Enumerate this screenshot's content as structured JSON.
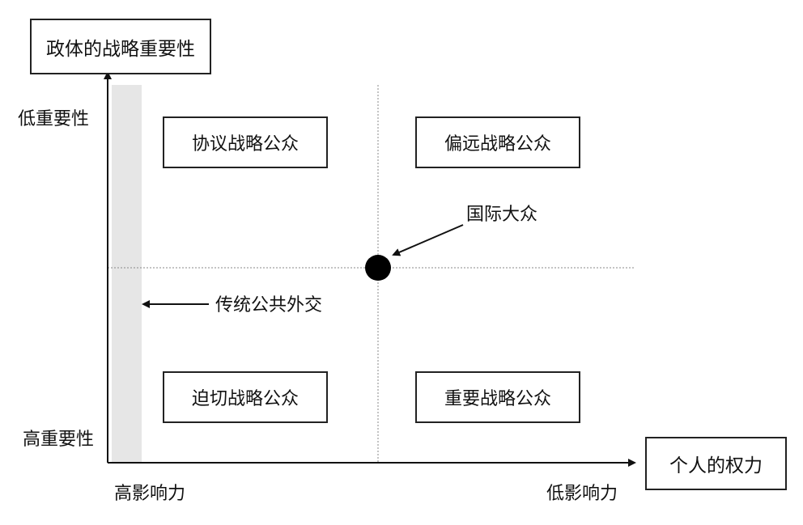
{
  "y_axis": {
    "title": "政体的战略重要性",
    "top_label": "低重要性",
    "bottom_label": "高重要性"
  },
  "x_axis": {
    "title": "个人的权力",
    "left_label": "高影响力",
    "right_label": "低影响力"
  },
  "quadrants": {
    "top_left": "协议战略公众",
    "top_right": "偏远战略公众",
    "bottom_left": "迫切战略公众",
    "bottom_right": "重要战略公众"
  },
  "annotations": {
    "center_point": "国际大众",
    "left_band": "传统公共外交"
  },
  "colors": {
    "axis": "#111111",
    "divider": "#888888",
    "band": "#e6e6e6",
    "point": "#000000"
  }
}
